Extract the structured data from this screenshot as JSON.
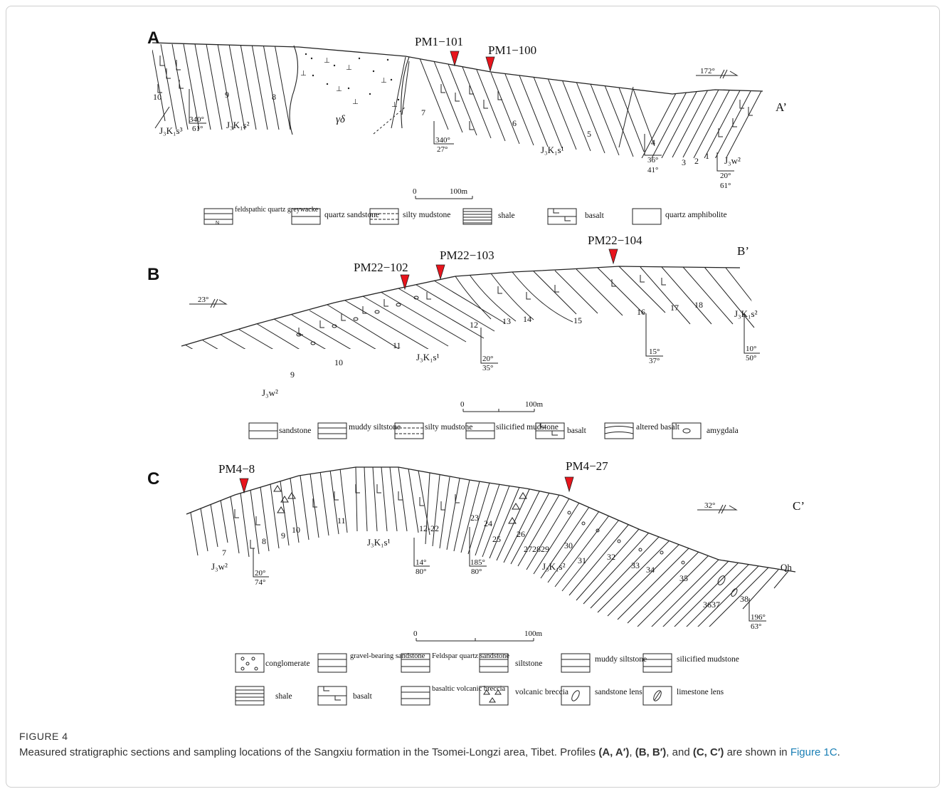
{
  "figure": {
    "panels": [
      {
        "id": "A",
        "end_label": "A’",
        "letter": "A",
        "samples": [
          "PM1−101",
          "PM1−100"
        ],
        "beds": [
          "10",
          "9",
          "8",
          "7",
          "6",
          "5",
          "4",
          "3",
          "2",
          "1"
        ],
        "granite": "γδ",
        "formations": {
          "s3": "J₃K₁s³",
          "s2": "J₃K₁s²",
          "s1": "J₃K₁s¹",
          "w2": "J₃w²"
        },
        "attitudes": [
          {
            "az": "340°",
            "dip": "61°"
          },
          {
            "az": "340°",
            "dip": "27°"
          },
          {
            "az": "36°",
            "dip": "41°"
          },
          {
            "az": "20°",
            "dip": "61°"
          }
        ],
        "direction": "172°",
        "scale": {
          "zero": "0",
          "max": "100m"
        },
        "legend": [
          {
            "icon": "feldspathic-quartz-greywacke-swatch",
            "label": "feldspathic quartz greywacke"
          },
          {
            "icon": "quartz-sandstone-swatch",
            "label": "quartz sandstone"
          },
          {
            "icon": "silty-mudstone-swatch",
            "label": "silty mudstone"
          },
          {
            "icon": "shale-swatch",
            "label": "shale"
          },
          {
            "icon": "basalt-swatch",
            "label": "basalt"
          },
          {
            "icon": "quartz-amphibolite-swatch",
            "label": "quartz amphibolite"
          }
        ]
      },
      {
        "id": "B",
        "end_label": "B’",
        "letter": "B",
        "samples": [
          "PM22−102",
          "PM22−103",
          "PM22−104"
        ],
        "beds": [
          "9",
          "10",
          "11",
          "12",
          "13",
          "14",
          "15",
          "16",
          "17",
          "18"
        ],
        "formations": {
          "w2": "J₃w²",
          "s1": "J₃K₁s¹",
          "s2": "J₃K₁s²"
        },
        "attitudes": [
          {
            "az": "20°",
            "dip": "35°"
          },
          {
            "az": "15°",
            "dip": "37°"
          },
          {
            "az": "10°",
            "dip": "50°"
          }
        ],
        "direction": "23°",
        "scale": {
          "zero": "0",
          "max": "100m"
        },
        "legend": [
          {
            "icon": "sandstone-swatch",
            "label": "sandstone"
          },
          {
            "icon": "muddy-siltstone-swatch",
            "label": "muddy siltstone"
          },
          {
            "icon": "silty-mudstone-swatch",
            "label": "silty mudstone"
          },
          {
            "icon": "silicified-mudstone-swatch",
            "label": "silicified mudstone"
          },
          {
            "icon": "basalt-swatch",
            "label": "basalt"
          },
          {
            "icon": "altered-basalt-swatch",
            "label": "altered basalt"
          },
          {
            "icon": "amygdala-swatch",
            "label": "amygdala"
          }
        ]
      },
      {
        "id": "C",
        "end_label": "C’",
        "letter": "C",
        "samples": [
          "PM4−8",
          "PM4−27"
        ],
        "beds": [
          "7",
          "8",
          "9",
          "10",
          "11",
          "12-22",
          "23",
          "24",
          "25",
          "26",
          "272829",
          "30",
          "31",
          "32",
          "33",
          "34",
          "35",
          "3637",
          "38"
        ],
        "formations": {
          "w2": "J₃w²",
          "s1": "J₃K₁s¹",
          "s2": "J₃K₁s²",
          "qh": "Qh"
        },
        "attitudes": [
          {
            "az": "20°",
            "dip": "74°"
          },
          {
            "az": "14°",
            "dip": "80°"
          },
          {
            "az": "185°",
            "dip": "80°"
          },
          {
            "az": "196°",
            "dip": "63°"
          }
        ],
        "direction": "32°",
        "scale": {
          "zero": "0",
          "max": "100m"
        },
        "legend": [
          {
            "icon": "conglomerate-swatch",
            "label": "conglomerate"
          },
          {
            "icon": "gravel-bearing-sandstone-swatch",
            "label": "gravel-bearing sandstone"
          },
          {
            "icon": "feldspar-quartz-sandstone-swatch",
            "label": "Feldspar quartz sandstone"
          },
          {
            "icon": "siltstone-swatch",
            "label": "siltstone"
          },
          {
            "icon": "muddy-siltstone-swatch",
            "label": "muddy siltstone"
          },
          {
            "icon": "silicified-mudstone-swatch",
            "label": "silicified mudstone"
          },
          {
            "icon": "shale-swatch",
            "label": "shale"
          },
          {
            "icon": "basalt-swatch",
            "label": "basalt"
          },
          {
            "icon": "basaltic-volcanic-breccia-swatch",
            "label": "basaltic volcanic breccia"
          },
          {
            "icon": "volcanic-breccia-swatch",
            "label": "volcanic breccia"
          },
          {
            "icon": "sandstone-lens-swatch",
            "label": "sandstone lens"
          },
          {
            "icon": "limestone-lens-swatch",
            "label": "limestone lens"
          }
        ]
      }
    ],
    "marker_color": "#e8141c"
  },
  "caption": {
    "label": "FIGURE 4",
    "text1": "Measured stratigraphic sections and sampling locations of the Sangxiu formation in the Tsomei-Longzi area, Tibet. Profiles ",
    "ref_a": "(A, A′)",
    "sep1": ", ",
    "ref_b": "(B, B′)",
    "sep2": ", and ",
    "ref_c": "(C, C′)",
    "text2": " are shown in ",
    "link": "Figure 1C",
    "text3": "."
  }
}
